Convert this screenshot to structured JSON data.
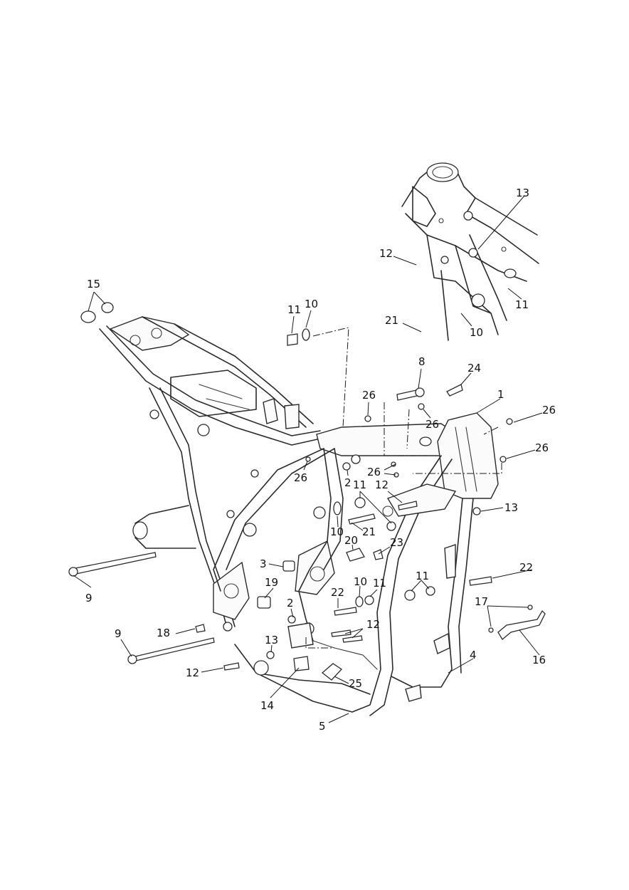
{
  "callouts": {
    "c1": "1",
    "c2a": "2",
    "c2b": "2",
    "c3": "3",
    "c4": "4",
    "c5": "5",
    "c8": "8",
    "c9a": "9",
    "c9b": "9",
    "c10a": "10",
    "c10b": "10",
    "c10c": "10",
    "c10d": "10",
    "c11a": "11",
    "c11b": "11",
    "c11c": "11",
    "c11d": "11",
    "c11e": "11",
    "c12a": "12",
    "c12b": "12",
    "c12c": "12",
    "c12d": "12",
    "c13a": "13",
    "c13b": "13",
    "c13c": "13",
    "c14": "14",
    "c15": "15",
    "c16": "16",
    "c17": "17",
    "c18": "18",
    "c19": "19",
    "c20": "20",
    "c21a": "21",
    "c21b": "21",
    "c22a": "22",
    "c22b": "22",
    "c23": "23",
    "c24": "24",
    "c25": "25",
    "c26a": "26",
    "c26b": "26",
    "c26c": "26",
    "c26d": "26",
    "c26e": "26",
    "c26f": "26"
  },
  "colors": {
    "line": "#2b2b2b",
    "background": "#ffffff"
  }
}
